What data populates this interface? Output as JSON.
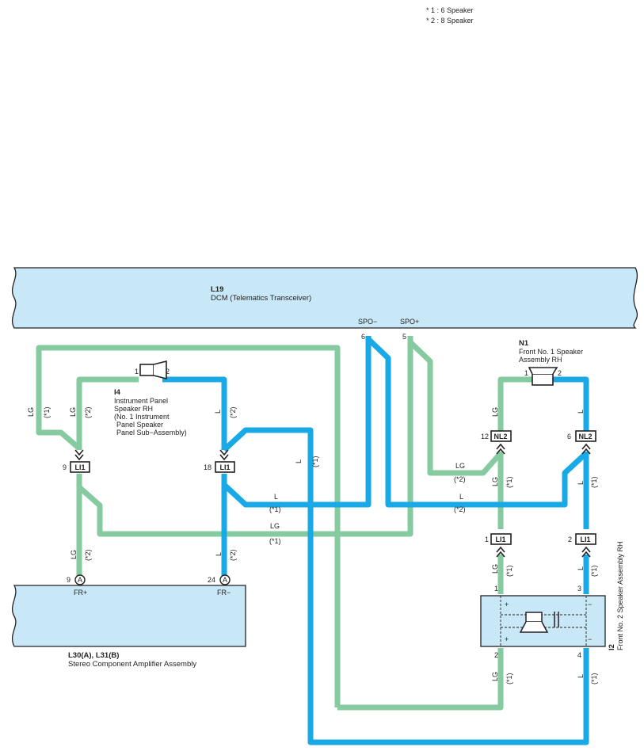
{
  "colors": {
    "lg_wire": "#86cba0",
    "l_wire": "#18a9e6",
    "component_fill": "#c9e8f7",
    "outline": "#222222"
  },
  "legend": {
    "note1": "* 1 : 6 Speaker",
    "note2": "* 2 : 8 Speaker"
  },
  "dcm": {
    "code": "L19",
    "name": "DCM (Telematics Transceiver)",
    "pin_spo_minus": "SPO−",
    "pin_spo_plus": "SPO+",
    "pin_num_6": "6",
    "pin_num_5": "5"
  },
  "instrument_speaker": {
    "pin1": "1",
    "pin2": "2",
    "code": "I4",
    "line1": "Instrument Panel",
    "line2": "Speaker RH",
    "line3": "(No.  1 Instrument",
    "line4": "Panel Speaker",
    "line5": "Panel Sub−Assembly)"
  },
  "front_speaker1": {
    "code": "N1",
    "line1": "Front No.  1 Speaker",
    "line2": "Assembly RH",
    "pin1": "1",
    "pin2": "2"
  },
  "front_speaker2": {
    "code": "I2",
    "line1": "Front No.  2 Speaker Assembly RH",
    "pin1": "1",
    "pin2": "2",
    "pin3": "3",
    "pin4": "4",
    "plus": "+",
    "minus": "−"
  },
  "amplifier": {
    "code": "L30(A), L31(B)",
    "name": "Stereo Component Amplifier Assembly",
    "pin_fr_plus": "FR+",
    "pin_fr_minus": "FR−",
    "pin9": "9",
    "pin24": "24",
    "conn_letter": "A"
  },
  "connectors": {
    "li1": "LI1",
    "nl2": "NL2",
    "pin_9": "9",
    "pin_18": "18",
    "pin_12": "12",
    "pin_6": "6",
    "pin_1": "1",
    "pin_2": "2"
  },
  "wire_labels": {
    "lg": "LG",
    "l": "L",
    "note1": "(*1)",
    "note2": "(*2)"
  }
}
